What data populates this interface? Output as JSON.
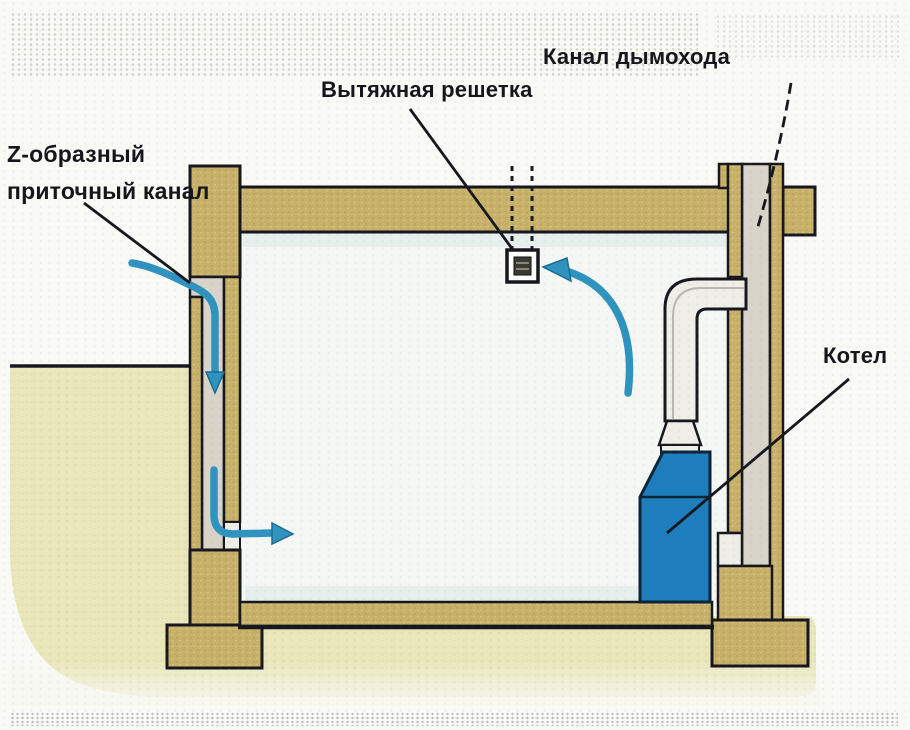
{
  "labels": {
    "supply_channel_line1": "Z-образный",
    "supply_channel_line2": "приточный канал",
    "exhaust_grille": "Вытяжная решетка",
    "chimney_channel": "Канал дымохода",
    "boiler": "Котел"
  },
  "colors": {
    "background": "#f9f9f5",
    "wall": "#c8b169",
    "soil": "#e9e6ba",
    "channel": "#d9d4c9",
    "opening": "#efeee6",
    "room": "#f4f7f4",
    "room_shadow": "#e2ecea",
    "boiler": "#1d7dbd",
    "boiler_outline": "#0c2438",
    "pipe": "#efeee8",
    "pipe_shade": "#b9b7ae",
    "arrow": "#2f93bf",
    "arrow_dark": "#1d6c92",
    "line": "#17171f",
    "grille_dark": "#3a3a33"
  }
}
